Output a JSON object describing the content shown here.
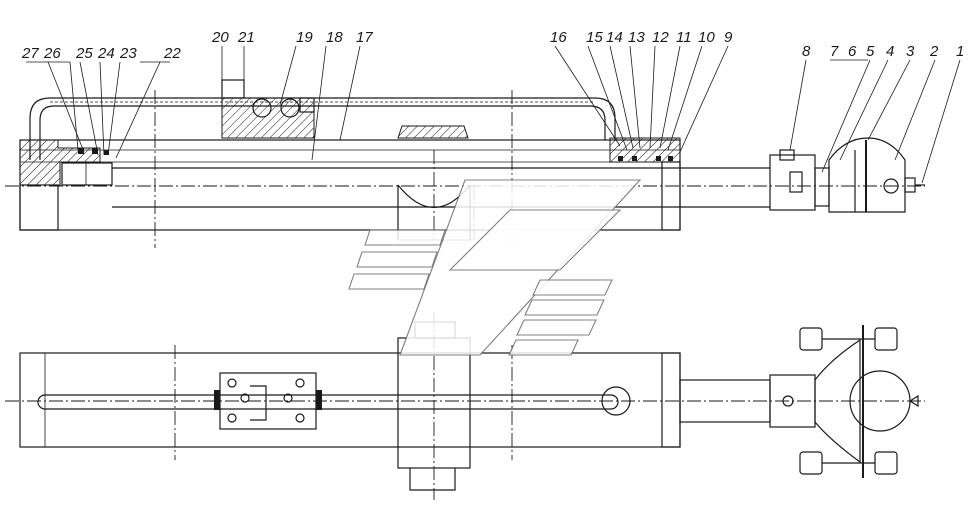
{
  "callouts": [
    {
      "id": "c27",
      "label": "27"
    },
    {
      "id": "c26",
      "label": "26"
    },
    {
      "id": "c25",
      "label": "25"
    },
    {
      "id": "c24",
      "label": "24"
    },
    {
      "id": "c23",
      "label": "23"
    },
    {
      "id": "c22",
      "label": "22"
    },
    {
      "id": "c20",
      "label": "20"
    },
    {
      "id": "c21",
      "label": "21"
    },
    {
      "id": "c19",
      "label": "19"
    },
    {
      "id": "c18",
      "label": "18"
    },
    {
      "id": "c17",
      "label": "17"
    },
    {
      "id": "c16",
      "label": "16"
    },
    {
      "id": "c15",
      "label": "15"
    },
    {
      "id": "c14",
      "label": "14"
    },
    {
      "id": "c13",
      "label": "13"
    },
    {
      "id": "c12",
      "label": "12"
    },
    {
      "id": "c11",
      "label": "11"
    },
    {
      "id": "c10",
      "label": "10"
    },
    {
      "id": "c9",
      "label": "9"
    },
    {
      "id": "c8",
      "label": "8"
    },
    {
      "id": "c7",
      "label": "7"
    },
    {
      "id": "c6",
      "label": "6"
    },
    {
      "id": "c5",
      "label": "5"
    },
    {
      "id": "c4",
      "label": "4"
    },
    {
      "id": "c3",
      "label": "3"
    },
    {
      "id": "c2",
      "label": "2"
    },
    {
      "id": "c1",
      "label": "1"
    }
  ],
  "colors": {
    "line": "#1a1a1a",
    "background": "#ffffff",
    "watermark": "#6a6a6a"
  }
}
